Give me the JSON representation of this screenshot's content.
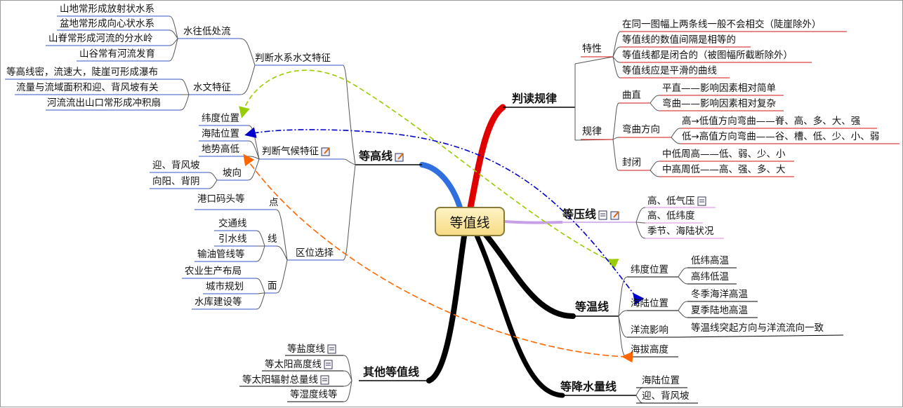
{
  "center": "等值线",
  "branches": {
    "dengzhi": {
      "label": "判读规律",
      "texing": {
        "label": "特性",
        "items": [
          "在同一图幅上两条线一般不会相交（陡崖除外）",
          "等值线的数值间隔是相等的",
          "等值线都是闭合的（被图幅所截断除外）",
          "等值线应是平滑的曲线"
        ]
      },
      "guilv": {
        "label": "规律",
        "quzhi": {
          "label": "曲直",
          "items": [
            "平直——影响因素相对简单",
            "弯曲——影响因素相对复杂"
          ]
        },
        "wanqu": {
          "label": "弯曲方向",
          "items": [
            "高→低值方向弯曲——脊、高、多、大、强",
            "低→高值方向弯曲——谷、槽、低、少、小、弱"
          ]
        },
        "fengbi": {
          "label": "封闭",
          "items": [
            "中低周高——低、弱、少、小",
            "中高周低——高、强、多、大"
          ]
        }
      }
    },
    "dengya": {
      "label": "等压线",
      "items": [
        "高、低气压",
        "高、低纬度",
        "季节、海陆状况"
      ]
    },
    "dengwen": {
      "label": "等温线",
      "weidu": {
        "label": "纬度位置",
        "items": [
          "低纬高温",
          "高纬低温"
        ]
      },
      "hailu": {
        "label": "海陆位置",
        "items": [
          "冬季海洋高温",
          "夏季陆地高温"
        ]
      },
      "yangliu": {
        "label": "洋流影响",
        "items": [
          "等温线突起方向与洋流流向一致"
        ]
      },
      "haiba": {
        "label": "海拔高度"
      }
    },
    "jiangshui": {
      "label": "等降水量线",
      "items": [
        "海陆位置",
        "迎、背风坡"
      ]
    },
    "qita": {
      "label": "其他等值线",
      "items": [
        "等盐度线",
        "等太阳高度线",
        "等太阳辐射总量线",
        "等湿度线等"
      ]
    },
    "denggao": {
      "label": "等高线",
      "shuixi": {
        "label": "判断水系水文特征",
        "shuiwang": {
          "label": "水往低处流",
          "items": [
            "山地常形成放射状水系",
            "盆地常形成向心状水系",
            "山脊常形成河流的分水岭",
            "山谷常有河流发育"
          ]
        },
        "shuiwen": {
          "label": "水文特征",
          "items": [
            "等高线密，流速大，陡崖可形成瀑布",
            "流量与流域面积和迎、背风坡有关",
            "河流流出山口常形成冲积扇"
          ]
        }
      },
      "qihou": {
        "label": "判断气候特征",
        "items": [
          "纬度位置",
          "海陆位置",
          "地势高低"
        ],
        "poxiang": {
          "label": "坡向",
          "items": [
            "迎、背风坡",
            "向阳、背阴"
          ]
        }
      },
      "quwei": {
        "label": "区位选择",
        "dian": {
          "label": "点",
          "items": [
            "港口码头等"
          ]
        },
        "xian": {
          "label": "线",
          "items": [
            "交通线",
            "引水线",
            "输油管线等"
          ]
        },
        "mian": {
          "label": "面",
          "items": [
            "农业生产布局",
            "城市规划",
            "水库建设等"
          ]
        }
      }
    }
  },
  "colors": {
    "red": "#e00000",
    "blue": "#2f6fe0",
    "black": "#000000",
    "lavender": "#c8a0e8",
    "green": "#99cc00",
    "navy": "#0000cc",
    "orange": "#ff6600",
    "underline_red": "#d01010",
    "underline_blue": "#3355cc",
    "underline_pink": "#dd88dd"
  }
}
